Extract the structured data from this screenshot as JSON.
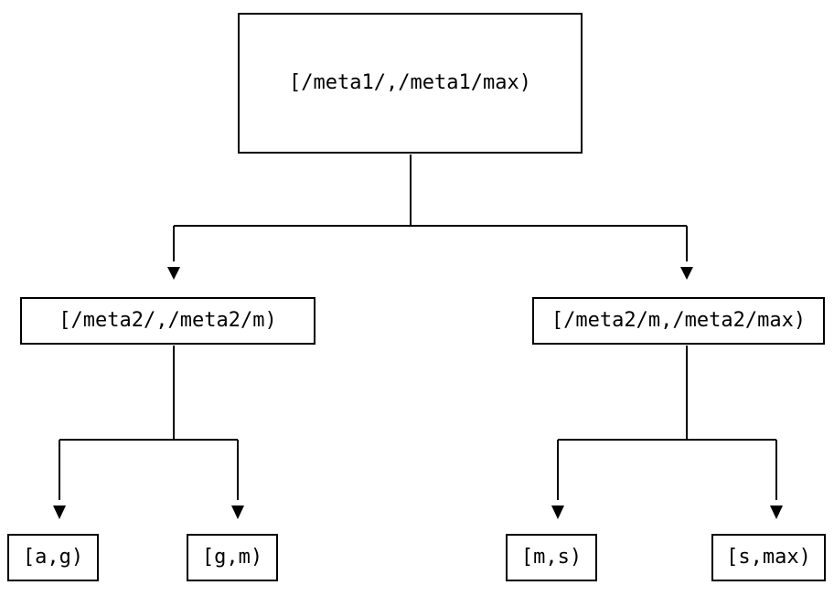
{
  "diagram": {
    "type": "tree",
    "nodes": {
      "root": {
        "label": "[/meta1/,/meta1/max)"
      },
      "left": {
        "label": "[/meta2/,/meta2/m)"
      },
      "right": {
        "label": "[/meta2/m,/meta2/max)"
      },
      "leaf_ag": {
        "label": "[a,g)"
      },
      "leaf_gm": {
        "label": "[g,m)"
      },
      "leaf_ms": {
        "label": "[m,s)"
      },
      "leaf_smax": {
        "label": "[s,max)"
      }
    },
    "edges": [
      {
        "from": "root",
        "to": "left"
      },
      {
        "from": "root",
        "to": "right"
      },
      {
        "from": "left",
        "to": "leaf_ag"
      },
      {
        "from": "left",
        "to": "leaf_gm"
      },
      {
        "from": "right",
        "to": "leaf_ms"
      },
      {
        "from": "right",
        "to": "leaf_smax"
      }
    ],
    "colors": {
      "stroke": "#000000",
      "box_fill": "#ffffff",
      "text": "#000000",
      "background": "#ffffff"
    }
  }
}
